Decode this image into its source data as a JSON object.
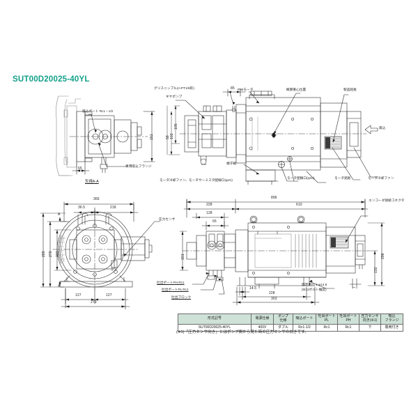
{
  "document": {
    "title": "SUT00D20025-40YL",
    "accent_color": "#13a08a",
    "background_color": "#ffffff",
    "line_color": "#1d1d1d",
    "table_header_color": "#cfe2d8"
  },
  "views": {
    "arrow_view_aa": {
      "caption": "矢視A-A",
      "labels": {
        "suction_port": "吸込ポート  Rc1・1/2",
        "dedicated_suction_flange": "専用吸込フランジ"
      },
      "dimensions": {
        "height_151": "151",
        "offset_65": "65"
      }
    },
    "front_elevation": {
      "labels": {
        "grease_nipple": "グリスニップル(A-PT1/8形)",
        "gear_pump": "ギヤポンプ",
        "ipm_motor": "IPMモータ",
        "center_of_gravity": "概算重心位置",
        "product_nameplate": "製品銘板",
        "terminal_box": "端子箱",
        "motor_cooling_fan_thermistor_port": "モータ冷却ファン、モータサーミスタ配線口(φ21)",
        "motor_wiring_port": "モータ配線口(φ34)",
        "motor_nameplate": "モータ銘板",
        "motor_cooling_fan": "モータ冷却ファン",
        "suction_direction": "吸込"
      },
      "dimensions": {
        "d_85": "85",
        "d_105": "105",
        "d_103": "103",
        "d_58": "58"
      }
    },
    "end_view": {
      "labels": {
        "pressure_sensor": "圧力センサ",
        "discharge_port_ph": "吐出ポートPH Rc1",
        "discharge_port_pl": "吐出ポートPL Rc1",
        "discharge_block": "吐出ブロック",
        "section_mark": "A"
      },
      "dimensions": {
        "overall_366": "366",
        "d_36_5": "36.5",
        "d_218": "218",
        "h_289": "289",
        "h_279": "279",
        "h_233": "233",
        "w_127_left": "127",
        "w_127_right": "127",
        "base_279": "279"
      }
    },
    "side_elevation": {
      "labels": {
        "encoder_connector": "エンコーダ接続コネクタ",
        "mounting_holes": "固定用穴 4-φ14.5",
        "bolt_note": "(M12ボルト推奨)"
      },
      "dimensions": {
        "overall_896": "896",
        "d_228_top": "228",
        "d_610": "610",
        "d_128": "128",
        "d_65": "65",
        "d_151": "151",
        "d_14_5": "14.5",
        "d_228_bottom": "228",
        "d_303": "303",
        "h_298": "298",
        "h_132": "132",
        "d_7": "7"
      }
    }
  },
  "spec_table": {
    "headers": [
      "形式記号",
      "電源仕様",
      "ポンプ\n仕様",
      "吸込ポート",
      "吐出ポート\nPL",
      "吐出ポート\nPH",
      "圧力センサ\n向き(※1)",
      "吸込\nフランジ"
    ],
    "header_lines": {
      "model": "形式記号",
      "power": "電源仕様",
      "pump_l1": "ポンプ",
      "pump_l2": "仕様",
      "suction": "吸込ポート",
      "pl_l1": "吐出ポート",
      "pl_l2": "PL",
      "ph_l1": "吐出ポート",
      "ph_l2": "PH",
      "sensor_l1": "圧力センサ",
      "sensor_l2": "向き(※1)",
      "flange_l1": "吸込",
      "flange_l2": "フランジ"
    },
    "rows": [
      {
        "model": "SUT00D20025-40YL",
        "power": "400V",
        "pump": "ダブル",
        "suction_port": "Rc1-1/2",
        "discharge_pl": "Rc1",
        "discharge_ph": "Rc1",
        "sensor_direction": "下",
        "suction_flange": "専用付き"
      }
    ],
    "note": "(※1)「圧力センサ向き」とはポンプ側から見た時の圧力センサの向きです。"
  }
}
